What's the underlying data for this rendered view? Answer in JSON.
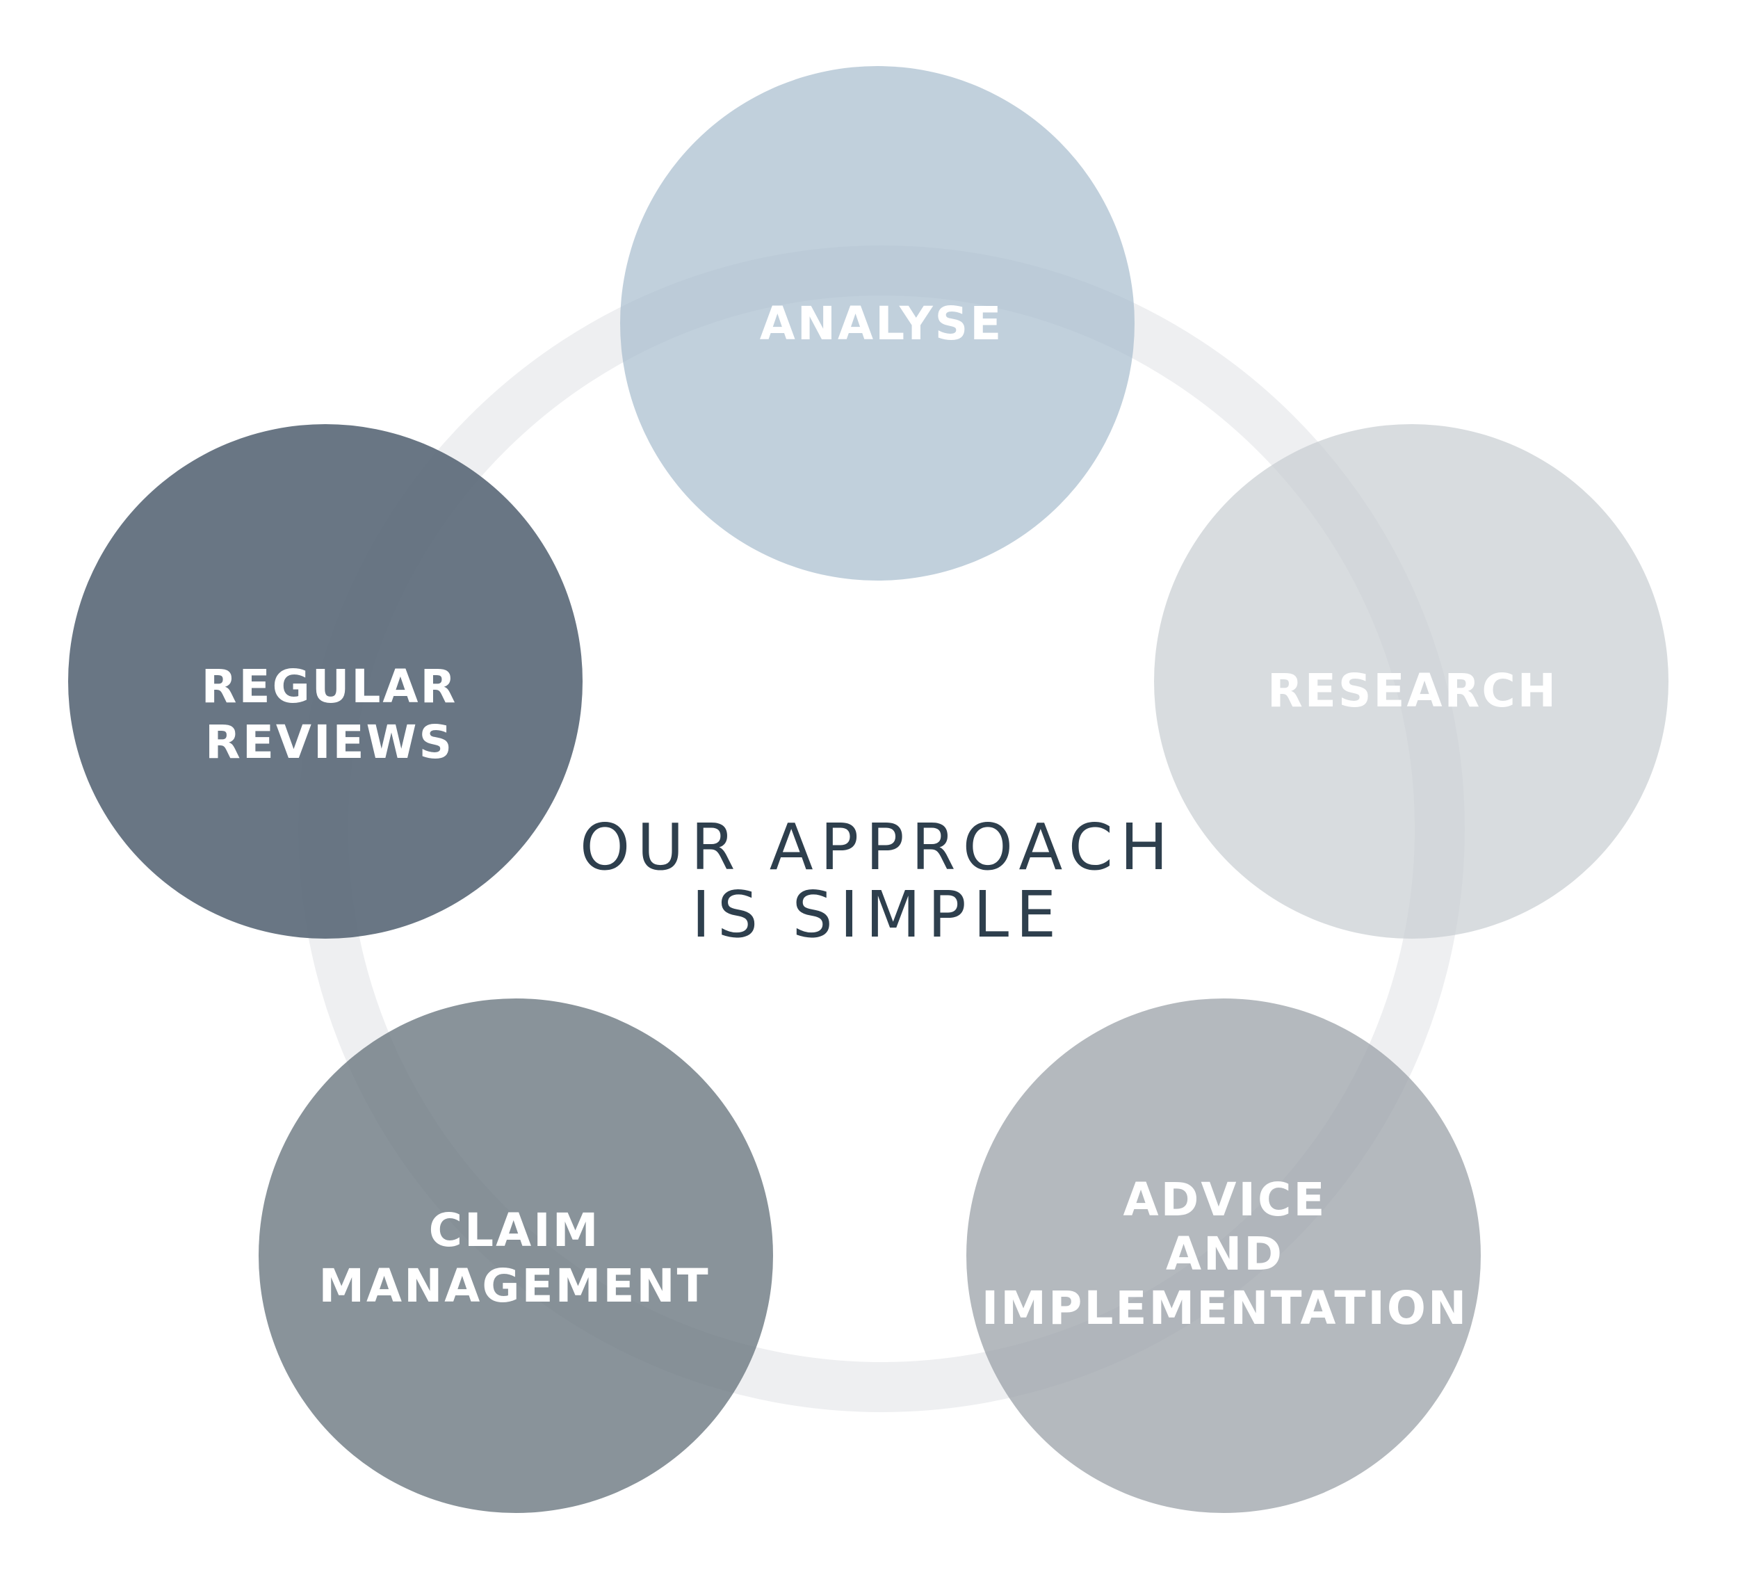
{
  "title": {
    "line1": "OUR APPROACH",
    "line2": "IS SIMPLE",
    "color": "#2e3f4d"
  },
  "ring": {
    "color": "#eeeff1"
  },
  "steps": [
    {
      "line1": "ANALYSE",
      "line2": "",
      "line3": "",
      "color": "#a6bccd",
      "opacity": 0.7
    },
    {
      "line1": "RESEARCH",
      "line2": "",
      "line3": "",
      "color": "#c7cdd2",
      "opacity": 0.7
    },
    {
      "line1": "ADVICE",
      "line2": "AND",
      "line3": "IMPLEMENTATION",
      "color": "#9ba2a8",
      "opacity": 0.75
    },
    {
      "line1": "CLAIM",
      "line2": "MANAGEMENT",
      "line3": "",
      "color": "#6c7881",
      "opacity": 0.8
    },
    {
      "line1": "REGULAR",
      "line2": "REVIEWS",
      "line3": "",
      "color": "#5c6a79",
      "opacity": 0.92
    }
  ]
}
